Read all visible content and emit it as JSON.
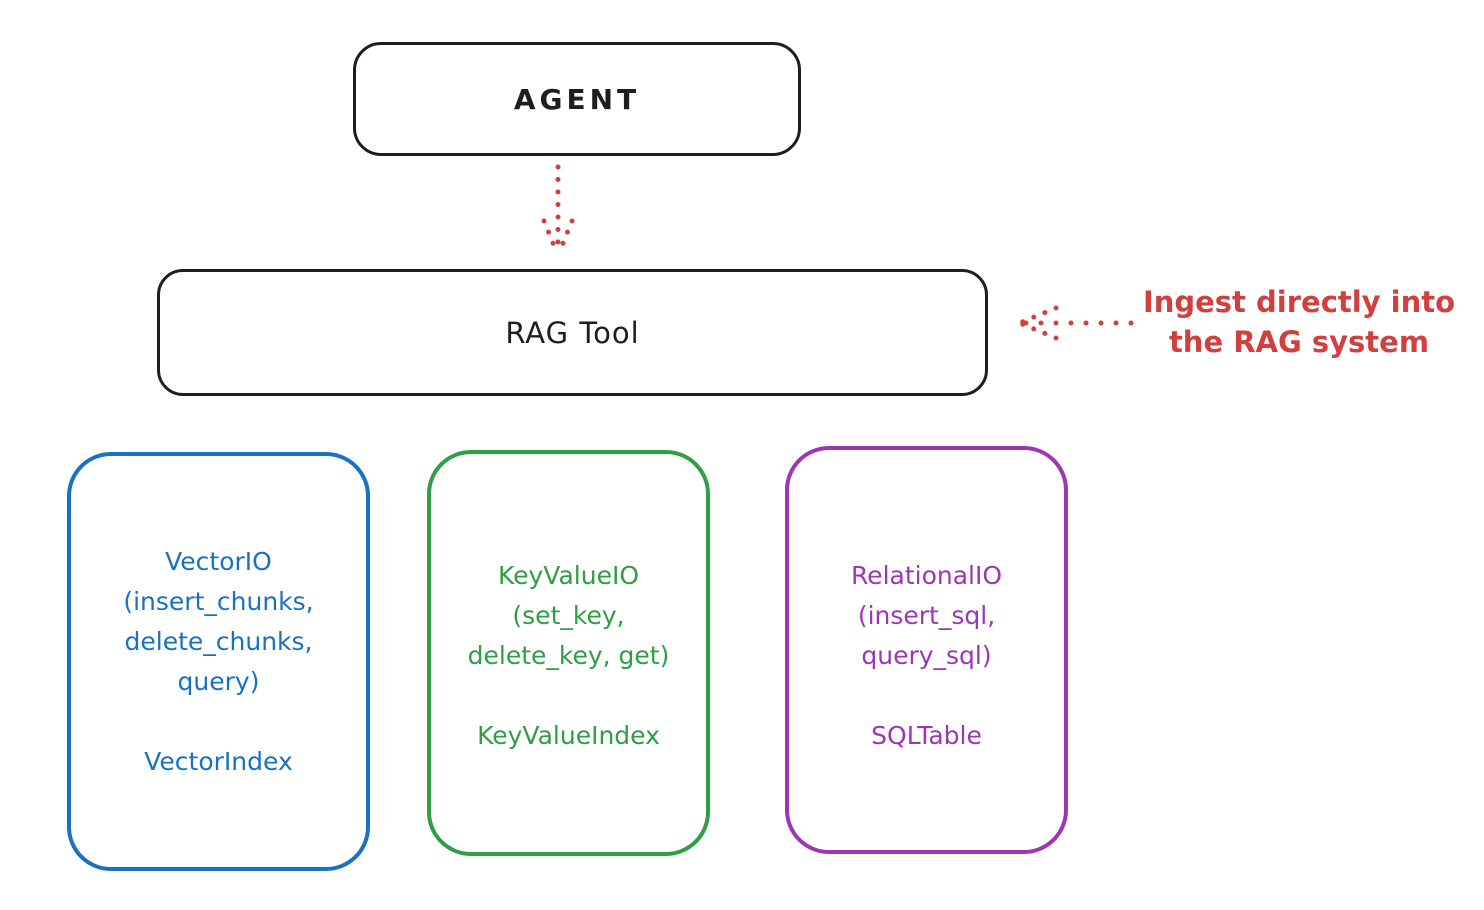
{
  "nodes": {
    "agent": {
      "label": "AGENT"
    },
    "rag_tool": {
      "label": "RAG Tool"
    }
  },
  "annotation": {
    "line1": "Ingest directly into",
    "line2": "the RAG system"
  },
  "backends": [
    {
      "name": "vector-io",
      "color": "#1971c2",
      "lines": [
        "VectorIO",
        "(insert_chunks,",
        "delete_chunks,",
        "query)"
      ],
      "index_label": "VectorIndex"
    },
    {
      "name": "key-value-io",
      "color": "#2f9e44",
      "lines": [
        "KeyValueIO",
        "(set_key,",
        "delete_key, get)"
      ],
      "index_label": "KeyValueIndex"
    },
    {
      "name": "relational-io",
      "color": "#9c36b5",
      "lines": [
        "RelationalIO",
        "(insert_sql,",
        "query_sql)"
      ],
      "index_label": "SQLTable"
    }
  ],
  "colors": {
    "node_stroke": "#1e1e1e",
    "arrow_red": "#d23f3f",
    "blue": "#1971c2",
    "green": "#2f9e44",
    "violet": "#9c36b5"
  }
}
